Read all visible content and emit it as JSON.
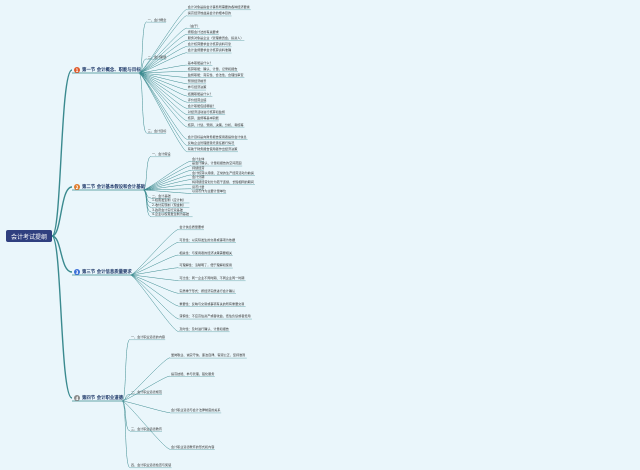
{
  "root": "会计考试提纲",
  "colors": {
    "line": "#3a8a8f",
    "ch1": "#e05a2b",
    "ch2": "#e07a2b",
    "ch3": "#3a6fd8",
    "ch4": "#8a8a8a"
  },
  "chapters": [
    {
      "num": "1",
      "title": "第一节 会计概念、职能与目标",
      "items": [
        "会计对象是指会计事务所需要的各种经济要素",
        "提高经济效益是会计的根本目的",
        "一、会计概念",
        "（由于）",
        "按照会计法的有关要求",
        "服务对象是企业（管理委员会、投资人）",
        "会计核算要求会计核算资料可靠",
        "会计监督要求会计核算资料准确",
        "二、会计职能",
        "基本职能是什么？",
        "核算职能：确认、计量、记录和报告",
        "监督职能：真实性、合法性、合理性审查",
        "预测经济前景",
        "参与经济决策",
        "拓展职能是什么？",
        "评价经营业绩",
        "会计职能包括哪些？",
        "对经济活动进行核算和监督",
        "核算、监督等基本职能",
        "核算、计划、预测、决策、分析、考核等",
        "三、会计目标",
        "会计目标是向财务报告使用者提供会计信息",
        "反映企业管理层受托责任履行情况",
        "有助于财务报告使用者作出经济决策"
      ]
    },
    {
      "num": "2",
      "title": "第二节 会计基本假设和会计基础",
      "items": [
        "一、会计假设",
        "会计主体",
        "是会计确认、计量和报告的空间范围",
        "持续经营",
        "会计核算以持续、正常的生产经营活动为前提",
        "会计分期",
        "将持续经营划分为若干连续、长短相同的期间",
        "货币计量",
        "以货币作为主要计量单位",
        "二、会计基础",
        "1.权责发生制（应计制）",
        "2.收付实现制（现金制）",
        "3.政府会计实行双基础",
        "4.企业以权责发生制为基础"
      ]
    },
    {
      "num": "3",
      "title": "第三节 会计信息质量要求",
      "items": [
        "会计信息质量要求",
        "可靠性：以实际发生的交易或事项为依据",
        "相关性：与使用者的经济决策需要相关",
        "可理解性：清晰明了，便于理解和使用",
        "可比性：同一企业不同时期、不同企业同一时期",
        "实质重于形式：按经济实质进行会计确认",
        "重要性：反映与交易或事项有关的所有重要交易",
        "谨慎性：不应高估资产或者收益、低估负债或者费用",
        "及时性：及时进行确认、计量和报告"
      ]
    },
    {
      "num": "4",
      "title": "第四节 会计职业道德",
      "items": [
        "一、会计职业道德的内容",
        "爱岗敬业、诚实守信、廉洁自律、客观公正、坚持准则",
        "提高技能、参与管理、强化服务",
        "二、会计职业道德规范",
        "会计职业道德与会计法律制度的关系",
        "三、会计职业道德教育",
        "会计职业道德教育的形式和内容",
        "四、会计职业道德检查与奖惩"
      ]
    }
  ]
}
